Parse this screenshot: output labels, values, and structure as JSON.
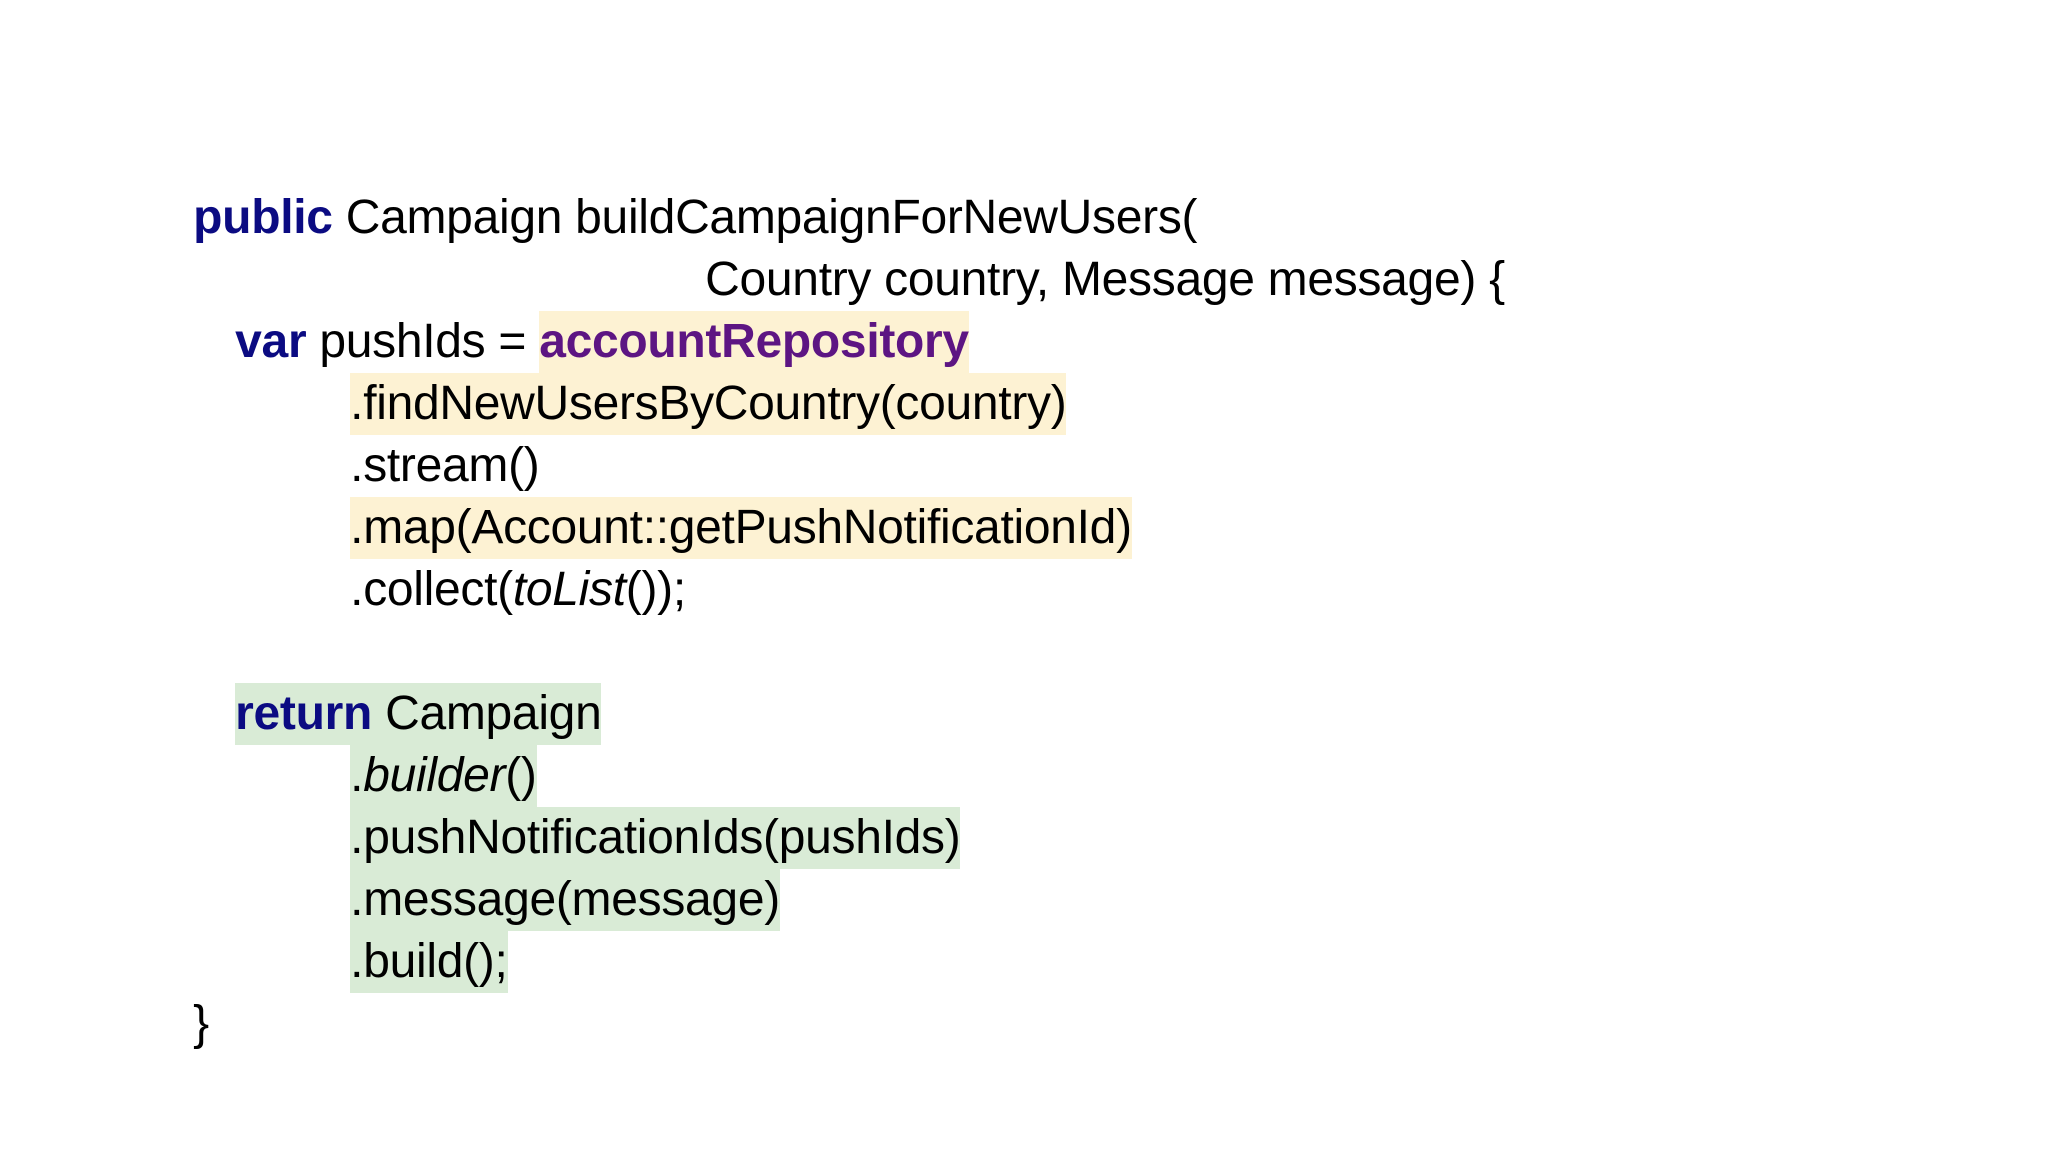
{
  "slide": {
    "colors": {
      "keyword": "#0b0b82",
      "field": "#5d1583",
      "highlight_yellow": "#fdf2d3",
      "highlight_green": "#d9ebd6",
      "text": "#000000",
      "background": "#ffffff"
    },
    "code": {
      "line1": {
        "keyword": "public",
        "rest": " Campaign buildCampaignForNewUsers("
      },
      "line2": {
        "text": "Country country, Message message) {"
      },
      "line3": {
        "keyword": "var",
        "rest": " pushIds = ",
        "field": "accountRepository"
      },
      "line4": {
        "text": ".findNewUsersByCountry(country)"
      },
      "line5": {
        "text": ".stream()"
      },
      "line6": {
        "text": ".map(Account::getPushNotificationId)"
      },
      "line7": {
        "pre": ".collect(",
        "italic": "toList",
        "post": "());"
      },
      "line8": {
        "keyword": "return",
        "rest": " Campaign"
      },
      "line9": {
        "pre": ".",
        "italic": "builder",
        "post": "()"
      },
      "line10": {
        "text": ".pushNotificationIds(pushIds)"
      },
      "line11": {
        "text": ".message(message)"
      },
      "line12": {
        "text": ".build();"
      },
      "line13": {
        "text": "}"
      }
    }
  }
}
